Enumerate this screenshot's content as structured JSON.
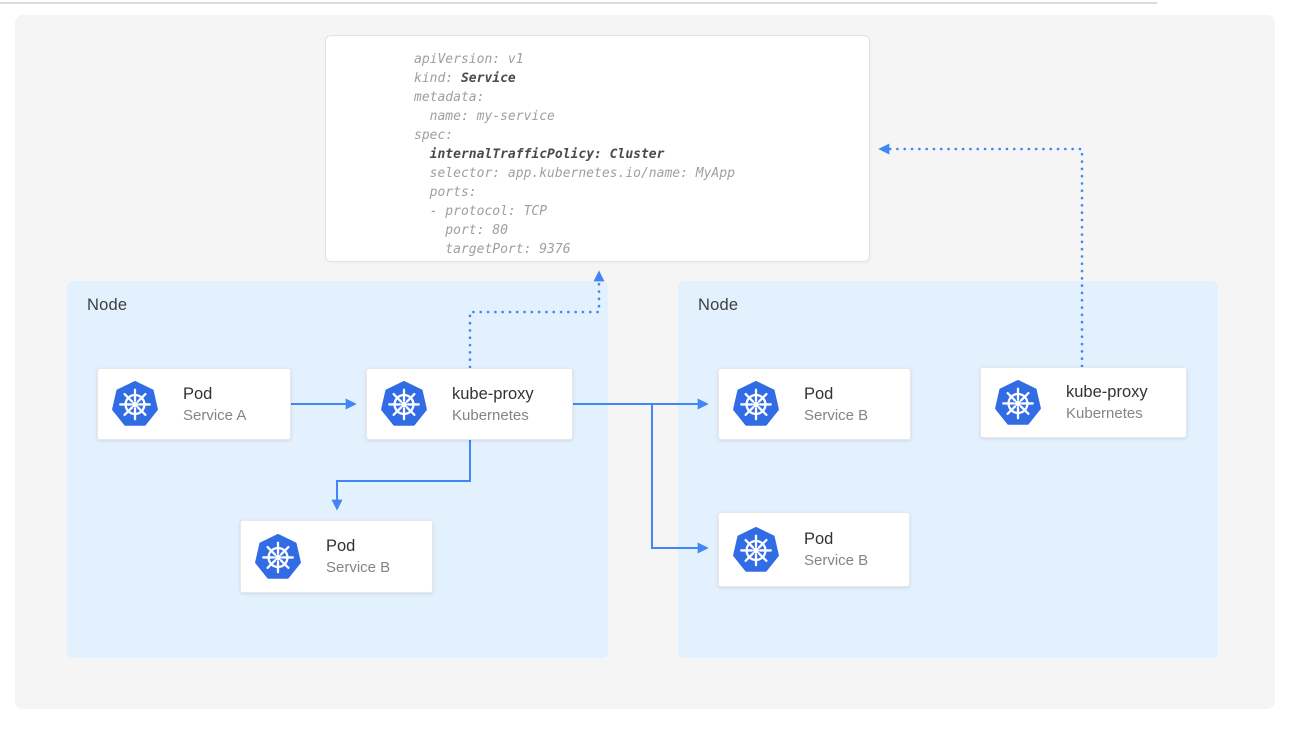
{
  "colors": {
    "kubernetes_blue": "#326ce5",
    "arrow_blue": "#4285f4",
    "node_fill": "#e3f0fd",
    "canvas_gray": "#f5f5f6",
    "yaml_text_gray": "#9c9fa3",
    "yaml_text_bold": "#4a4a4a"
  },
  "yaml_panel": {
    "lines": [
      {
        "segments": [
          {
            "text": "apiVersion: v1",
            "bold": false
          }
        ]
      },
      {
        "segments": [
          {
            "text": "kind: ",
            "bold": false
          },
          {
            "text": "Service",
            "bold": true
          }
        ]
      },
      {
        "segments": [
          {
            "text": "metadata:",
            "bold": false
          }
        ]
      },
      {
        "segments": [
          {
            "text": "  name: my-service",
            "bold": false
          }
        ]
      },
      {
        "segments": [
          {
            "text": "spec:",
            "bold": false
          }
        ]
      },
      {
        "segments": [
          {
            "text": "  ",
            "bold": false
          },
          {
            "text": "internalTrafficPolicy: Cluster",
            "bold": true
          }
        ]
      },
      {
        "segments": [
          {
            "text": "  selector: app.kubernetes.io/name: MyApp",
            "bold": false
          }
        ]
      },
      {
        "segments": [
          {
            "text": "  ports:",
            "bold": false
          }
        ]
      },
      {
        "segments": [
          {
            "text": "  - protocol: TCP",
            "bold": false
          }
        ]
      },
      {
        "segments": [
          {
            "text": "    port: 80",
            "bold": false
          }
        ]
      },
      {
        "segments": [
          {
            "text": "    targetPort: 9376",
            "bold": false
          }
        ]
      }
    ]
  },
  "nodes": {
    "left": {
      "label": "Node"
    },
    "right": {
      "label": "Node"
    }
  },
  "cards": {
    "pod_a": {
      "title": "Pod",
      "subtitle": "Service A",
      "icon": "kubernetes-logo"
    },
    "kube_proxy_left": {
      "title": "kube-proxy",
      "subtitle": "Kubernetes",
      "icon": "kubernetes-logo"
    },
    "pod_b_left": {
      "title": "Pod",
      "subtitle": "Service B",
      "icon": "kubernetes-logo"
    },
    "pod_b_right_top": {
      "title": "Pod",
      "subtitle": "Service B",
      "icon": "kubernetes-logo"
    },
    "pod_b_right_bottom": {
      "title": "Pod",
      "subtitle": "Service B",
      "icon": "kubernetes-logo"
    },
    "kube_proxy_right": {
      "title": "kube-proxy",
      "subtitle": "Kubernetes",
      "icon": "kubernetes-logo"
    }
  }
}
